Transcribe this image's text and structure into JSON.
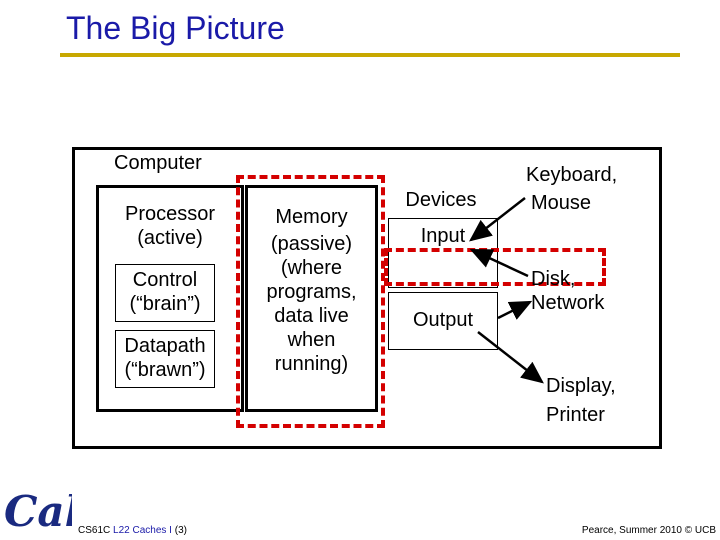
{
  "title": "The Big Picture",
  "diagram": {
    "computer_label": "Computer",
    "processor": {
      "line1": "Processor",
      "line2": "(active)"
    },
    "control": {
      "line1": "Control",
      "line2": "(“brain”)"
    },
    "datapath": {
      "line1": "Datapath",
      "line2": "(“brawn”)"
    },
    "memory": {
      "line1": "Memory",
      "line2": "(passive)",
      "line3": "(where",
      "line4": "programs,",
      "line5": "data live",
      "line6": "when",
      "line7": "running)"
    },
    "devices_label": "Devices",
    "input_label": "Input",
    "output_label": "Output",
    "keyboard": {
      "line1": "Keyboard,",
      "line2": "Mouse"
    },
    "disk": {
      "line1": "Disk,",
      "line2": "Network"
    },
    "display": {
      "line1": "Display,",
      "line2": "Printer"
    }
  },
  "footer": {
    "left_prefix": "CS61C",
    "left_link": "L22 Caches I",
    "left_suffix": "(3)",
    "right": "Pearce, Summer 2010 © UCB"
  },
  "colors": {
    "title": "#1a1aa8",
    "rule": "#c8a800",
    "highlight": "#d40000",
    "logo": "#1a2a80"
  }
}
